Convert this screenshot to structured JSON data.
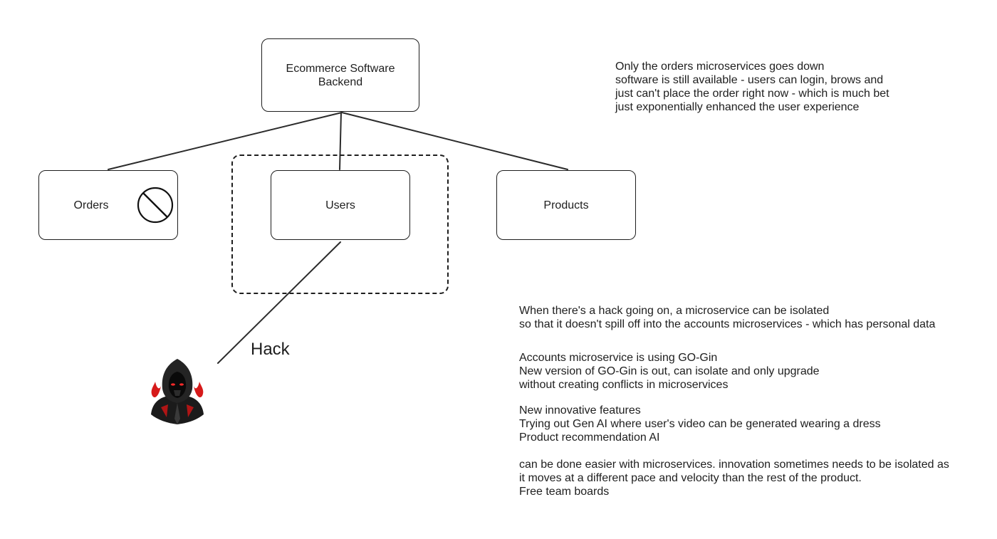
{
  "diagram": {
    "root": {
      "label": "Ecommerce Software\nBackend"
    },
    "services": {
      "orders": {
        "label": "Orders",
        "status_icon": "no-entry-icon"
      },
      "users": {
        "label": "Users"
      },
      "products": {
        "label": "Products"
      }
    },
    "isolation_boundary": {
      "style": "dashed",
      "encloses": "users"
    },
    "attack": {
      "label": "Hack",
      "attacker_icon": "hooded-hacker-icon",
      "target": "users"
    }
  },
  "notes": {
    "orders_down": [
      "Only the orders microservices goes down",
      "software is still available - users can login, brows and",
      "just can't place the order right now - which is much bet",
      "just exponentially enhanced the user experience"
    ],
    "hack_isolation": [
      "When there's a hack going on, a microservice can be isolated",
      "so that it doesn't spill off into the accounts microservices - which has personal data"
    ],
    "accounts_upgrade": [
      "Accounts microservice is using GO-Gin",
      "New version of GO-Gin is out, can isolate and only upgrade",
      "without creating conflicts in microservices"
    ],
    "new_features": [
      "New innovative features",
      "Trying out Gen AI where user's video can be generated wearing a dress",
      "Product recommendation AI"
    ],
    "innovation": [
      "can be done easier with microservices. innovation sometimes needs to be isolated as",
      "it moves at a different pace and velocity than the rest of the product.",
      "Free team boards"
    ]
  },
  "colors": {
    "stroke": "#1e1e1e",
    "background": "#ffffff",
    "hacker_accent": "#e02020"
  }
}
